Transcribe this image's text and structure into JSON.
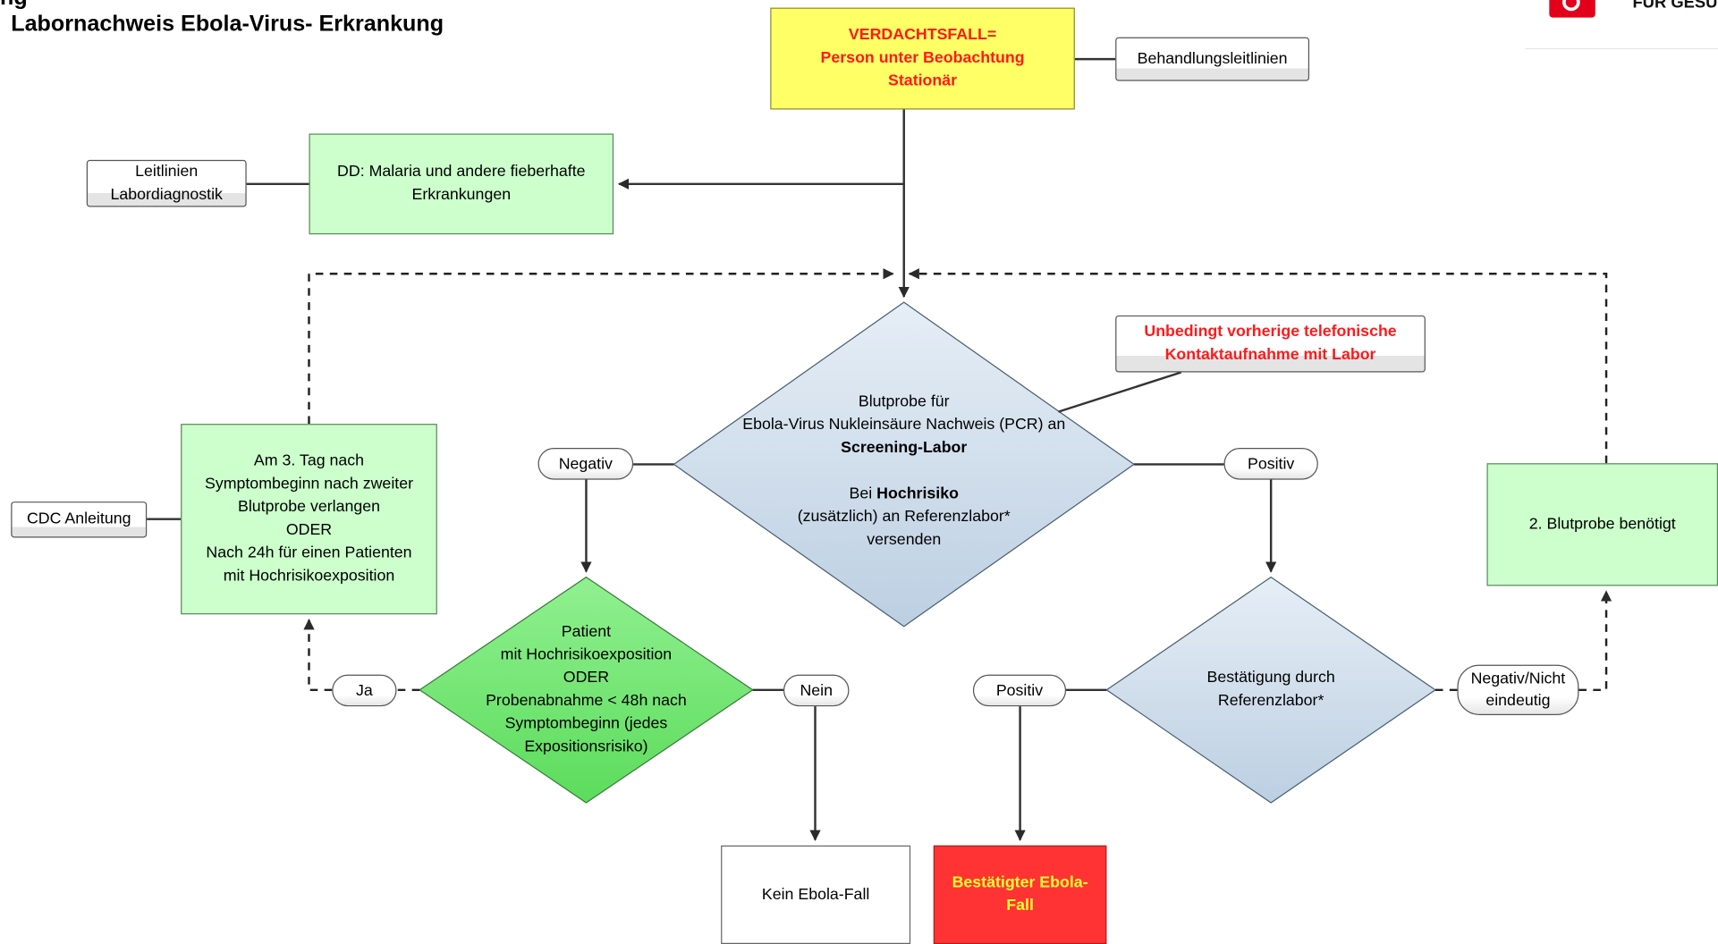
{
  "header": {
    "prefix": "ng",
    "title": "Labornachweis Ebola-Virus- Erkrankung",
    "logo_text": "FÜR GESU"
  },
  "nodes": {
    "verdachtsfall": "VERDACHTSFALL=\nPerson unter Beobachtung\nStationär",
    "behandlungsleitlinien": "Behandlungsleitlinien",
    "leitlinien_labordiagnostik": "Leitlinien\nLabordiagnostik",
    "dd_malaria": "DD: Malaria und andere fieberhafte\nErkrankungen",
    "kontaktaufnahme": "Unbedingt vorherige telefonische\nKontaktaufnahme mit Labor",
    "blutprobe_screening": {
      "line1": "Blutprobe für",
      "line2": "Ebola-Virus Nukleinsäure Nachweis (PCR)  an",
      "line3": "Screening-Labor",
      "line4_prefix": "Bei ",
      "line4_bold": "Hochrisiko",
      "line5": "(zusätzlich) an Referenzlabor*",
      "line6": "versenden"
    },
    "negativ_1": "Negativ",
    "positiv_1": "Positiv",
    "cdc_anleitung": "CDC Anleitung",
    "am_3_tag": "Am 3. Tag nach\nSymptombeginn nach zweiter\nBlutprobe verlangen\nODER\nNach 24h für einen Patienten\nmit Hochrisikoexposition",
    "zweite_blutprobe": "2. Blutprobe benötigt",
    "patient_hochrisiko": "Patient\nmit Hochrisikoexposition\nODER\nProbenabnahme < 48h nach\nSymptombeginn (jedes\nExpositionsrisiko)",
    "ja": "Ja",
    "nein": "Nein",
    "positiv_2": "Positiv",
    "bestaetigung_referenzlabor": "Bestätigung durch\nReferenzlabor*",
    "negativ_nicht_eindeutig": "Negativ/Nicht\neindeutig",
    "kein_ebola_fall": "Kein Ebola-Fall",
    "bestaetigter_ebola_fall": "Bestätigter Ebola-\nFall"
  },
  "colors": {
    "yellow_box": "#ffff66",
    "green_box": "#ccffcc",
    "blue_diamond": "#cddcea",
    "green_diamond": "#6ee66e",
    "red_box": "#ff3333",
    "red_text": "#ff1a1a",
    "yellow_text": "#ffff33",
    "logo_red": "#e3001b"
  }
}
